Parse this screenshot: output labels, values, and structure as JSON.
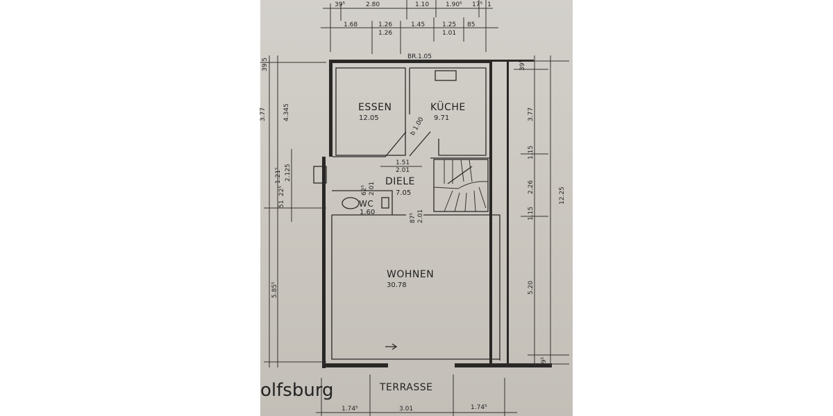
{
  "rooms": {
    "essen": {
      "name": "ESSEN",
      "area": "12.05"
    },
    "kueche": {
      "name": "KÜCHE",
      "area": "9.71"
    },
    "diele": {
      "name": "DIELE",
      "area": "7.05"
    },
    "wc": {
      "name": "WC",
      "area": "1.60"
    },
    "wohnen": {
      "name": "WOHNEN",
      "area": "30.78"
    },
    "terrasse": {
      "name": "TERRASSE"
    }
  },
  "window_label": "BR.1.05",
  "door_label": "b 1.00",
  "caption_fragment": "olfsburg",
  "dims_top_row1": [
    "39⁵",
    "2.80",
    "1.10",
    "1.90⁵",
    "17⁵",
    "1"
  ],
  "dims_top_row2": [
    "1.68",
    "1.26",
    "1.26",
    "1.45",
    "1.25",
    "1.01",
    "85"
  ],
  "dims_left": [
    "3.77",
    "4.345",
    "1.21⁵",
    "2.125",
    "51",
    "22⁵",
    "5.85⁵",
    "39.5"
  ],
  "dims_right": [
    "39⁵",
    "3.77",
    "1.15",
    "2.26",
    "1.15",
    "5.20",
    "12.25",
    "39⁵"
  ],
  "dims_inner": [
    "1.51",
    "2.01",
    "62⁵",
    "2.01",
    "87⁵",
    "2.01"
  ],
  "dims_bottom": [
    "1.74⁵",
    "3.01",
    "1.74⁵"
  ]
}
